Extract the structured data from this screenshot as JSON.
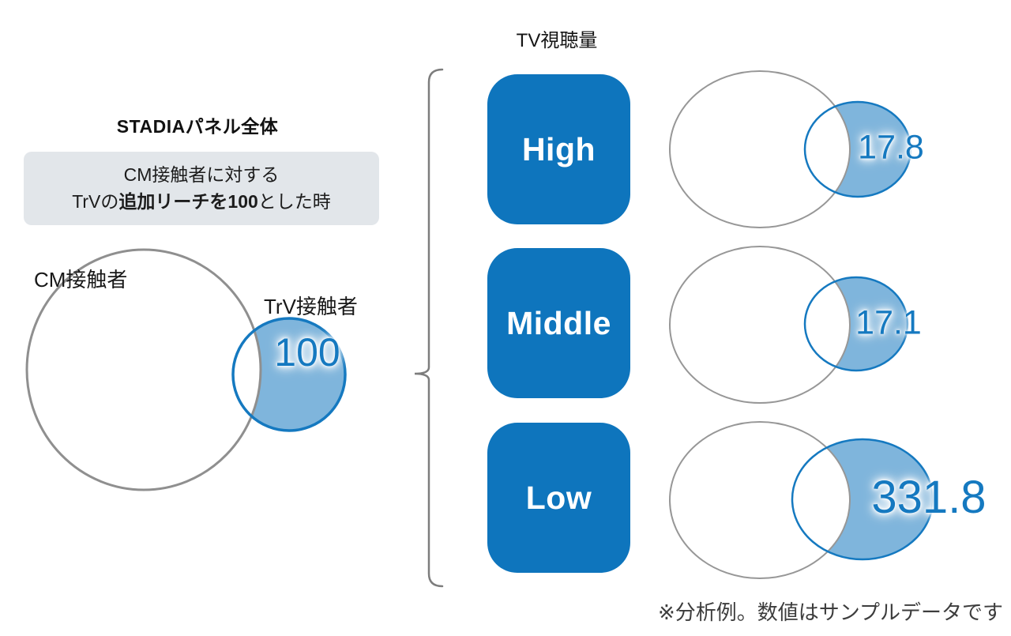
{
  "left_panel": {
    "title": "STADIAパネル全体",
    "note": {
      "line1": "CM接触者に対する",
      "line2_pre": "TrVの",
      "line2_bold": "追加リーチを100",
      "line2_post": "とした時"
    },
    "venn": {
      "big_circle_label": "CM接触者",
      "small_circle_label": "TrV接触者",
      "value": "100"
    }
  },
  "right_panel": {
    "header": "TV視聴量",
    "rows": [
      {
        "label": "High",
        "value": "17.8"
      },
      {
        "label": "Middle",
        "value": "17.1"
      },
      {
        "label": "Low",
        "value": "331.8"
      }
    ]
  },
  "footnote": "※分析例。数値はサンプルデータです",
  "colors": {
    "accent_blue": "#0e75bd",
    "light_blue_fill": "#7fb5dc",
    "value_blue": "#1579c0",
    "circle_gray": "#8f8f8f",
    "note_box_gray": "#e2e6ea"
  }
}
